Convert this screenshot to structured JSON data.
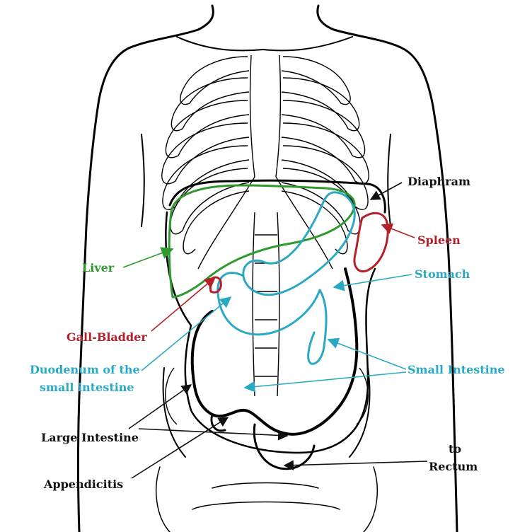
{
  "labels": {
    "diaphram": "Diaphram",
    "spleen": "Spleen",
    "liver": "Liver",
    "stomach": "Stomach",
    "gall_bladder": "Gall-Bladder",
    "duodenum_line1": "Duodenum of the",
    "duodenum_line2": "small intestine",
    "small_intestine": "Small Intestine",
    "large_intestine": "Large Intestine",
    "to": "to",
    "rectum": "Rectum",
    "appendicitis": "Appendicitis"
  },
  "colors": {
    "outline": "#000000",
    "liver": "#2e9a2e",
    "spleen": "#b3202a",
    "stomach": "#29a9c3",
    "gall_bladder": "#b3202a",
    "duodenum": "#29a9c3",
    "small_intestine": "#29a9c3",
    "label_black": "#111111"
  }
}
